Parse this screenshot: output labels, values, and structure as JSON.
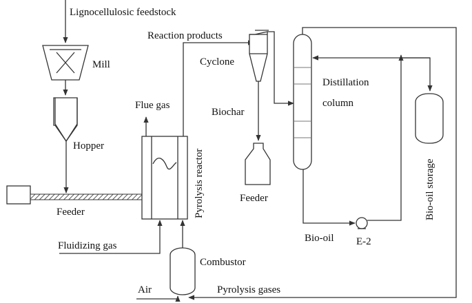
{
  "labels": {
    "feedstock": "Lignocellulosic feedstock",
    "mill": "Mill",
    "hopper": "Hopper",
    "feeder_left": "Feeder",
    "fluidizing_gas": "Fluidizing gas",
    "flue_gas": "Flue gas",
    "reactor": "Pyrolysis reactor",
    "reaction_products": "Reaction products",
    "cyclone": "Cyclone",
    "biochar": "Biochar",
    "feeder_right": "Feeder",
    "distillation_line1": "Distillation",
    "distillation_line2": "column",
    "bio_oil": "Bio-oil",
    "pump": "E-2",
    "storage": "Bio-oil storage",
    "combustor": "Combustor",
    "air": "Air",
    "pyrolysis_gases": "Pyrolysis gases"
  }
}
